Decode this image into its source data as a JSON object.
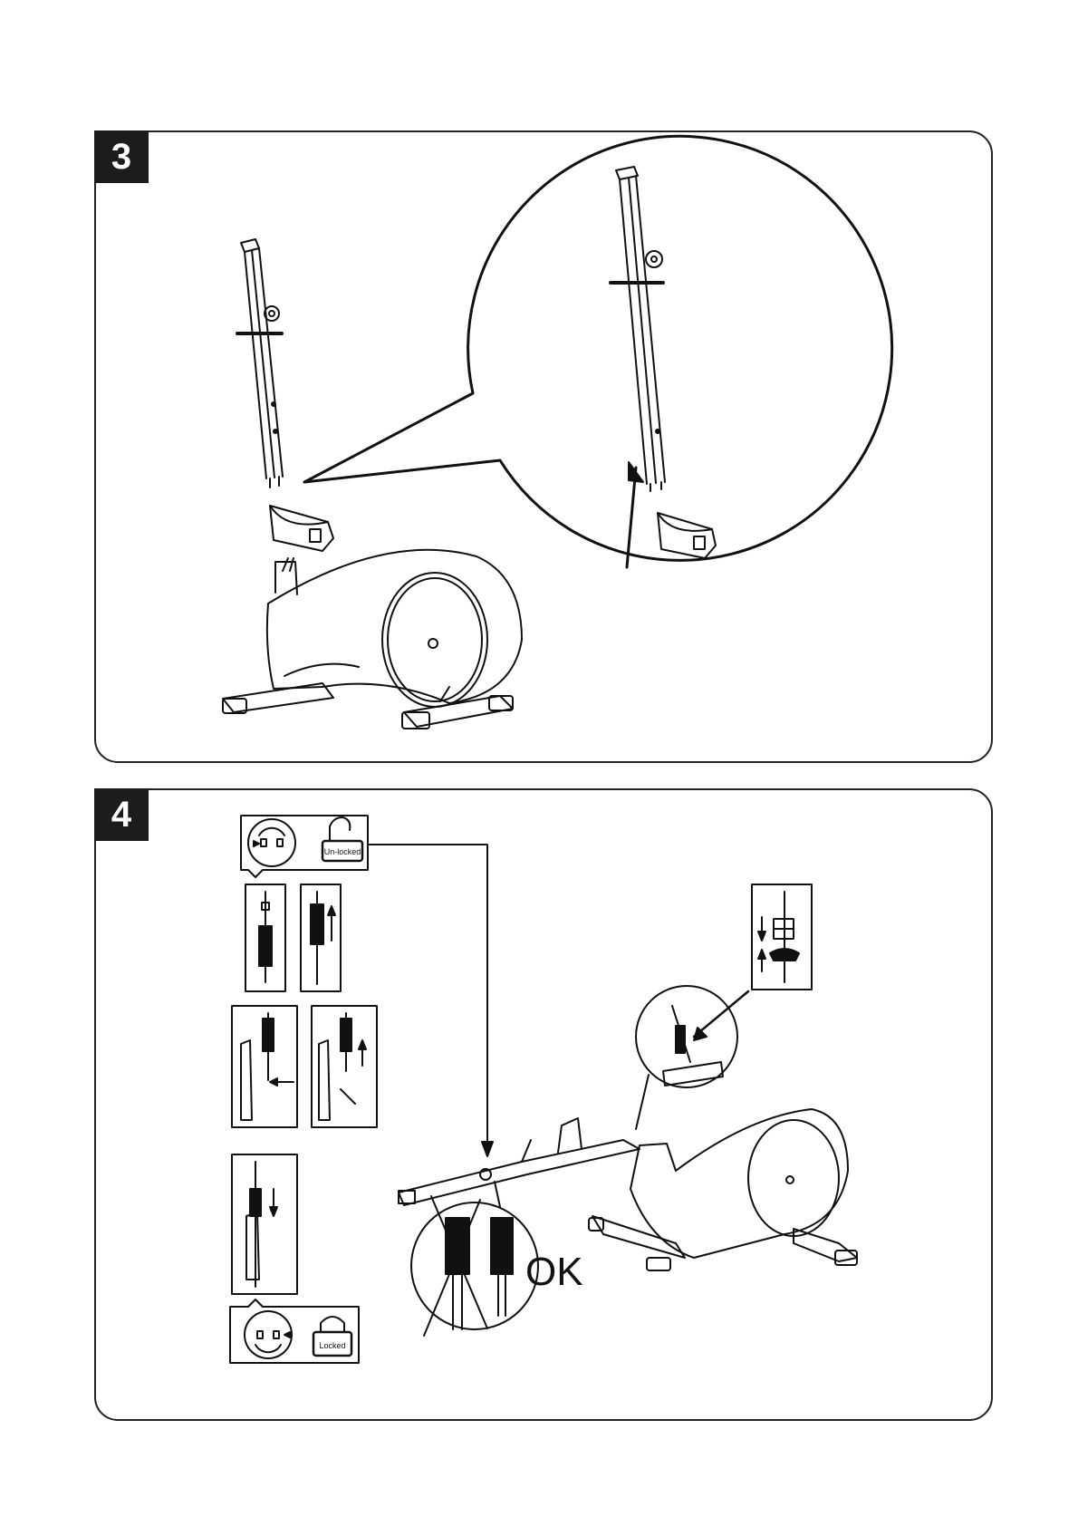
{
  "steps": [
    {
      "number": "3"
    },
    {
      "number": "4"
    }
  ],
  "step4": {
    "unlocked_label": "Un-locked",
    "locked_label": "Locked",
    "ok_label": "OK"
  }
}
